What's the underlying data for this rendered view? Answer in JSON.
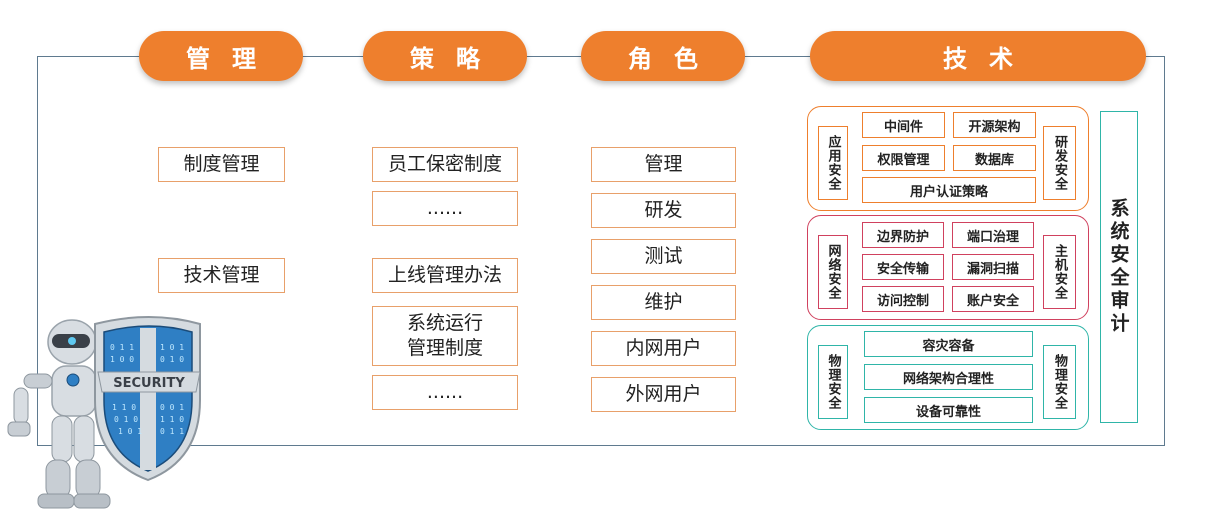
{
  "headers": [
    "管理",
    "策略",
    "角色",
    "技术"
  ],
  "management": [
    "制度管理",
    "技术管理"
  ],
  "policy": [
    "员工保密制度",
    "......",
    "上线管理办法",
    "系统运行\n管理制度",
    "......"
  ],
  "roles": [
    "管理",
    "研发",
    "测试",
    "维护",
    "内网用户",
    "外网用户"
  ],
  "tech": {
    "app": {
      "left_label": "应用安全",
      "right_label": "研发安全",
      "items": [
        "中间件",
        "开源架构",
        "权限管理",
        "数据库",
        "用户认证策略"
      ],
      "color": "#ee7f2d"
    },
    "network": {
      "left_label": "网络安全",
      "right_label": "主机安全",
      "items": [
        "边界防护",
        "端口治理",
        "安全传输",
        "漏洞扫描",
        "访问控制",
        "账户安全"
      ],
      "color": "#d0415e"
    },
    "physical": {
      "left_label": "物理安全",
      "right_label": "物理安全",
      "items": [
        "容灾容备",
        "网络架构合理性",
        "设备可靠性"
      ],
      "color": "#2fb5a8"
    },
    "audit": "系统安全审计"
  },
  "robot": {
    "shield_text": "SECURITY",
    "colors": {
      "shield": "#2f7fc4",
      "body": "#d8dde2"
    }
  }
}
